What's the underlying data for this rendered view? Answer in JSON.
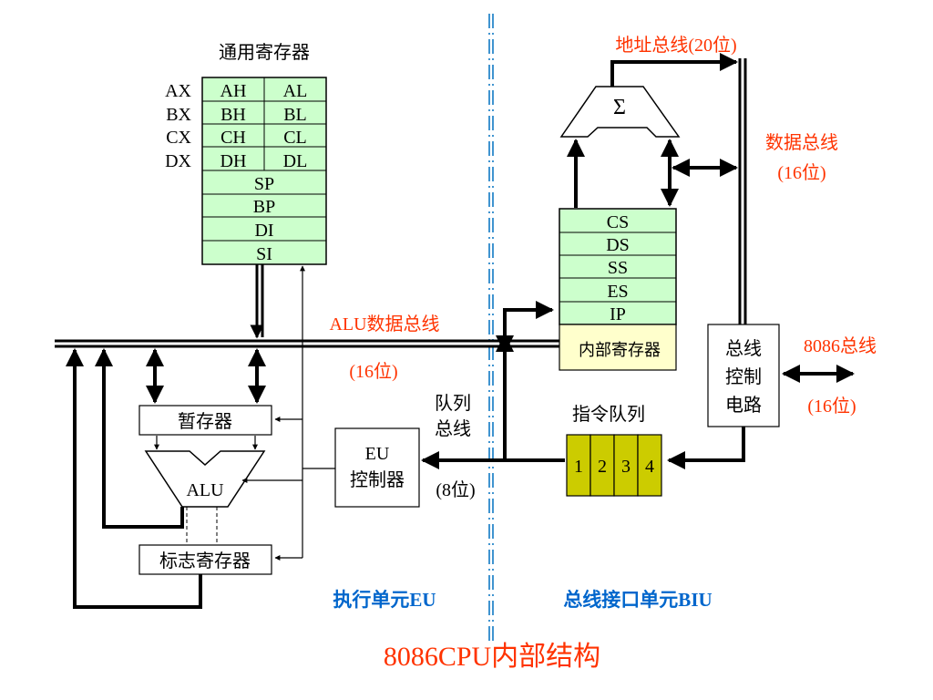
{
  "labels": {
    "gp_title": "通用寄存器",
    "addr_bus": "地址总线(20位)",
    "data_bus": "数据总线",
    "data_bus_width": "(16位)",
    "alu_data_bus": "ALU数据总线",
    "alu_data_bus_width": "(16位)",
    "queue_bus_1": "队列",
    "queue_bus_2": "总线",
    "queue_bus_width": "(8位)",
    "queue_title": "指令队列",
    "bus_8086": "8086总线",
    "bus_8086_width": "(16位)",
    "eu_section": "执行单元EU",
    "biu_section": "总线接口单元BIU",
    "main_title": "8086CPU内部结构"
  },
  "gp_registers": {
    "row_names": [
      "AX",
      "BX",
      "CX",
      "DX"
    ],
    "high": [
      "AH",
      "BH",
      "CH",
      "DH"
    ],
    "low": [
      "AL",
      "BL",
      "CL",
      "DL"
    ],
    "wide": [
      "SP",
      "BP",
      "DI",
      "SI"
    ]
  },
  "segment_registers": [
    "CS",
    "DS",
    "SS",
    "ES",
    "IP"
  ],
  "internal_registers_label": "内部寄存器",
  "sigma_symbol": "Σ",
  "bus_control": [
    "总线",
    "控制",
    "电路"
  ],
  "eu_control": [
    "EU",
    "控制器"
  ],
  "temp_register": "暂存器",
  "alu": "ALU",
  "flag_register": "标志寄存器",
  "queue_cells": [
    "1",
    "2",
    "3",
    "4"
  ],
  "colors": {
    "register_fill": "#ccffcc",
    "internal_fill": "#ffffcc",
    "queue_fill": "#cccc00",
    "red_text": "#ff3300",
    "blue_text": "#0066cc",
    "divider": "#0070c0"
  }
}
